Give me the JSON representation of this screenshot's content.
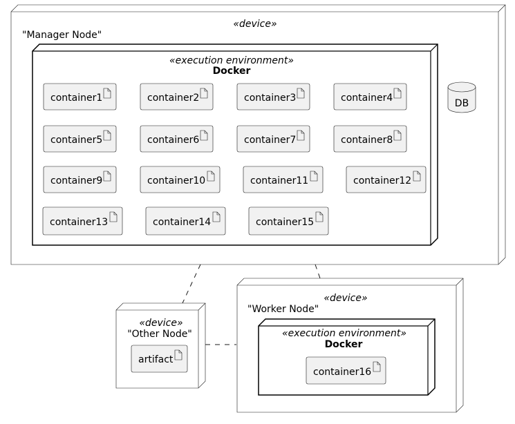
{
  "diagram": {
    "stereotypes": {
      "device": "«device»",
      "execution_environment": "«execution environment»"
    },
    "manager_node": {
      "name": "\"Manager Node\"",
      "docker_label": "Docker",
      "containers": [
        "container1",
        "container2",
        "container3",
        "container4",
        "container5",
        "container6",
        "container7",
        "container8",
        "container9",
        "container10",
        "container11",
        "container12",
        "container13",
        "container14",
        "container15"
      ],
      "database_label": "DB"
    },
    "other_node": {
      "name": "\"Other Node\"",
      "artifact_label": "artifact"
    },
    "worker_node": {
      "name": "\"Worker Node\"",
      "docker_label": "Docker",
      "containers": [
        "container16"
      ]
    },
    "colors": {
      "artifact_fill": "#f1f1f1",
      "border": "#181818",
      "line": "#181818",
      "background": "#ffffff"
    }
  }
}
